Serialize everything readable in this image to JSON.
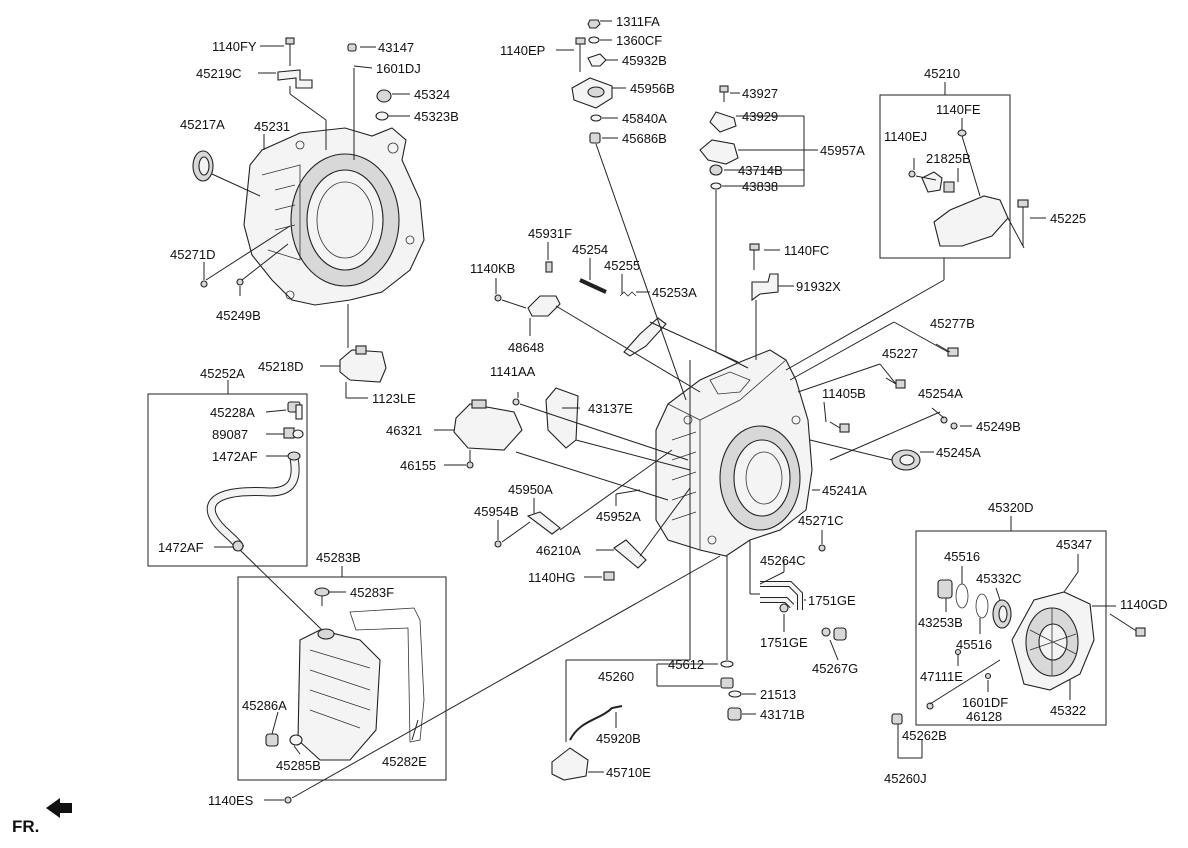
{
  "front_marker": "FR.",
  "labels": {
    "l1140FY": "1140FY",
    "l43147": "43147",
    "l45219C": "45219C",
    "l1601DJ": "1601DJ",
    "l45324": "45324",
    "l45323B": "45323B",
    "l45217A": "45217A",
    "l45231": "45231",
    "l45271D": "45271D",
    "l45249B_a": "45249B",
    "l45218D": "45218D",
    "l1123LE": "1123LE",
    "l45252A": "45252A",
    "l45228A": "45228A",
    "l89087": "89087",
    "l1472AF_a": "1472AF",
    "l1472AF_b": "1472AF",
    "l45283B": "45283B",
    "l45283F": "45283F",
    "l45286A": "45286A",
    "l45285B": "45285B",
    "l45282E": "45282E",
    "l1140ES": "1140ES",
    "l1311FA": "1311FA",
    "l1360CF": "1360CF",
    "l1140EP": "1140EP",
    "l45932B": "45932B",
    "l45956B": "45956B",
    "l45840A": "45840A",
    "l45686B": "45686B",
    "l43927": "43927",
    "l43929": "43929",
    "l45957A": "45957A",
    "l43714B": "43714B",
    "l43838": "43838",
    "l45210": "45210",
    "l1140FE": "1140FE",
    "l1140EJ": "1140EJ",
    "l21825B": "21825B",
    "l45225": "45225",
    "l45931F": "45931F",
    "l45254": "45254",
    "l1140KB": "1140KB",
    "l45255": "45255",
    "l45253A": "45253A",
    "l48648": "48648",
    "l1140FC": "1140FC",
    "l91932X": "91932X",
    "l45277B": "45277B",
    "l45227": "45227",
    "l11405B": "11405B",
    "l45254A": "45254A",
    "l45249B_b": "45249B",
    "l45245A": "45245A",
    "l45241A": "45241A",
    "l1141AA": "1141AA",
    "l43137E": "43137E",
    "l46321": "46321",
    "l46155": "46155",
    "l45950A": "45950A",
    "l45954B": "45954B",
    "l45952A": "45952A",
    "l45271C": "45271C",
    "l46210A": "46210A",
    "l1140HG": "1140HG",
    "l45264C": "45264C",
    "l1751GE_a": "1751GE",
    "l1751GE_b": "1751GE",
    "l45267G": "45267G",
    "l45260": "45260",
    "l45612": "45612",
    "l21513": "21513",
    "l43171B": "43171B",
    "l45920B": "45920B",
    "l45710E": "45710E",
    "l45320D": "45320D",
    "l45516_a": "45516",
    "l45347": "45347",
    "l45332C": "45332C",
    "l1140GD": "1140GD",
    "l43253B": "43253B",
    "l45516_b": "45516",
    "l47111E": "47111E",
    "l1601DF": "1601DF",
    "l46128": "46128",
    "l45322": "45322",
    "l45262B": "45262B",
    "l45260J": "45260J"
  }
}
